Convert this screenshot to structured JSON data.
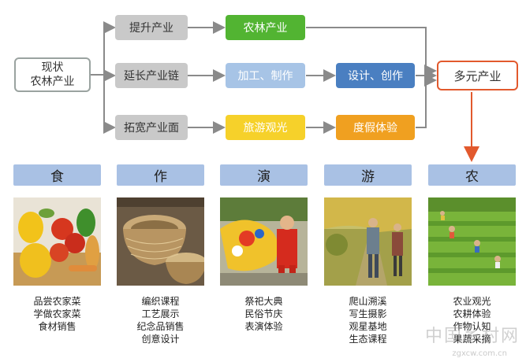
{
  "flow": {
    "start": {
      "line1": "现状",
      "line2": "农林产业"
    },
    "branches": [
      {
        "label": "提升产业",
        "steps": [
          "农林产业"
        ]
      },
      {
        "label": "延长产业链",
        "steps": [
          "加工、制作",
          "设计、创作"
        ]
      },
      {
        "label": "拓宽产业面",
        "steps": [
          "旅游观光",
          "度假体验"
        ]
      }
    ],
    "end": "多元产业"
  },
  "categories": [
    {
      "name": "食",
      "items": [
        "品尝农家菜",
        "学做农家菜",
        "食材销售"
      ]
    },
    {
      "name": "作",
      "items": [
        "编织课程",
        "工艺展示",
        "纪念品销售",
        "创意设计"
      ]
    },
    {
      "name": "演",
      "items": [
        "祭祀大典",
        "民俗节庆",
        "表演体验"
      ]
    },
    {
      "name": "游",
      "items": [
        "爬山溯溪",
        "写生摄影",
        "观星基地",
        "生态课程"
      ]
    },
    {
      "name": "农",
      "items": [
        "农业观光",
        "农耕体验",
        "作物认知",
        "果蔬采摘"
      ]
    }
  ],
  "watermark": {
    "main": "中国乡村网",
    "url": "zgxcw.com.cn"
  },
  "colors": {
    "arrow": "#8a8a8a",
    "down_arrow": "#e2592d"
  },
  "icons": [
    "food-photo",
    "basket-photo",
    "lion-dance-photo",
    "hikers-photo",
    "farm-field-photo"
  ]
}
